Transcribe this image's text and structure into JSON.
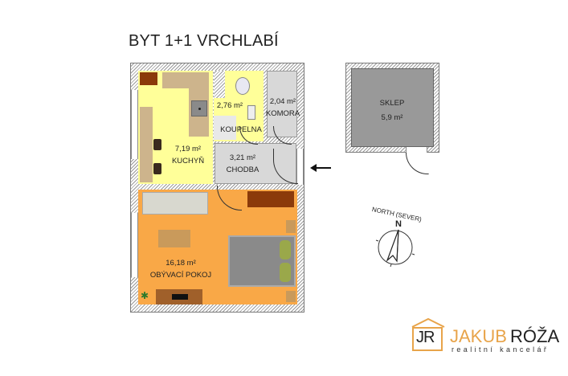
{
  "title": "BYT 1+1 VRCHLABÍ",
  "rooms": [
    {
      "id": "kuchyn",
      "area": "7,19 m²",
      "name": "KUCHYŇ",
      "color": "#ffff99"
    },
    {
      "id": "koupelna",
      "area": "2,76 m²",
      "name": "KOUPELNA",
      "color": "#ffff99"
    },
    {
      "id": "komora",
      "area": "2,04 m²",
      "name": "KOMORA",
      "color": "#d8d8d8"
    },
    {
      "id": "chodba",
      "area": "3,21 m²",
      "name": "CHODBA",
      "color": "#d8d8d8"
    },
    {
      "id": "obyvaci",
      "area": "16,18 m²",
      "name": "OBÝVACÍ POKOJ",
      "color": "#f9a847"
    },
    {
      "id": "sklep",
      "area": "5,9 m²",
      "name": "SKLEP",
      "color": "#999999"
    }
  ],
  "compass": {
    "label": "NORTH (SEVER)",
    "letter": "N"
  },
  "entry_arrow": "arrow-left-icon",
  "logo": {
    "initials": "JR",
    "name_first": "JAKUB",
    "name_last": "RÓŽA",
    "tagline": "realitní kancelář",
    "accent": "#e8a44a"
  }
}
